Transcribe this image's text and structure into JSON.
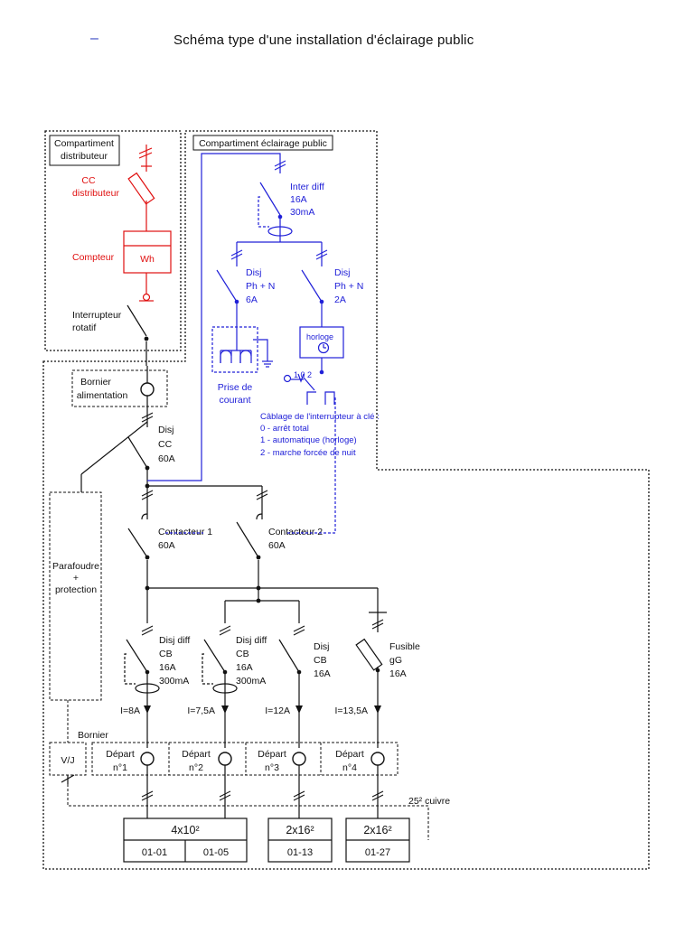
{
  "header": {
    "dash": "–",
    "title": "Schéma type d'une installation d'éclairage public"
  },
  "colors": {
    "black": "#111111",
    "blue": "#2020d8",
    "red": "#e01010"
  },
  "labels": {
    "comp_distrib_1": "Compartiment",
    "comp_distrib_2": "distributeur",
    "cc_distrib_1": "CC",
    "cc_distrib_2": "distributeur",
    "compteur": "Compteur",
    "wh": "Wh",
    "interrupteur_1": "Interrupteur",
    "interrupteur_2": "rotatif",
    "comp_eclairage": "Compartiment éclairage public",
    "interdiff_1": "Inter diff",
    "interdiff_2": "16A",
    "interdiff_3": "30mA",
    "disj6_1": "Disj",
    "disj6_2": "Ph + N",
    "disj6_3": "6A",
    "disj2_1": "Disj",
    "disj2_2": "Ph + N",
    "disj2_3": "2A",
    "horloge": "horloge",
    "key_positions": "1 0 2",
    "prise_1": "Prise de",
    "prise_2": "courant",
    "cablage_title": "Câblage de l'interrupteur à clé :",
    "cablage_0": "0 - arrêt total",
    "cablage_1": "1 - automatique (horloge)",
    "cablage_2": "2 - marche forcée de nuit",
    "bornier_alim_1": "Bornier",
    "bornier_alim_2": "alimentation",
    "disjcc_1": "Disj",
    "disjcc_2": "CC",
    "disjcc_3": "60A",
    "parafoudre_1": "Parafoudre",
    "parafoudre_2": "+",
    "parafoudre_3": "protection",
    "contacteur1_1": "Contacteur 1",
    "contacteur1_2": "60A",
    "contacteur2_1": "Contacteur 2",
    "contacteur2_2": "60A",
    "dd1_1": "Disj diff",
    "dd1_2": "CB",
    "dd1_3": "16A",
    "dd1_4": "300mA",
    "dd2_1": "Disj diff",
    "dd2_2": "CB",
    "dd2_3": "16A",
    "dd2_4": "300mA",
    "dcb_1": "Disj",
    "dcb_2": "CB",
    "dcb_3": "16A",
    "fus_1": "Fusible",
    "fus_2": "gG",
    "fus_3": "16A",
    "i1": "I=8A",
    "i2": "I=7,5A",
    "i3": "I=12A",
    "i4": "I=13,5A",
    "bornier": "Bornier",
    "vj": "V/J",
    "dep1_1": "Départ",
    "dep1_2": "n°1",
    "dep2_1": "Départ",
    "dep2_2": "n°2",
    "dep3_1": "Départ",
    "dep3_2": "n°3",
    "dep4_1": "Départ",
    "dep4_2": "n°4",
    "cuivre": "25² cuivre",
    "cable1": "4x10²",
    "cable1_a": "01-01",
    "cable1_b": "01-05",
    "cable2": "2x16²",
    "cable2_a": "01-13",
    "cable3": "2x16²",
    "cable3_a": "01-27"
  }
}
